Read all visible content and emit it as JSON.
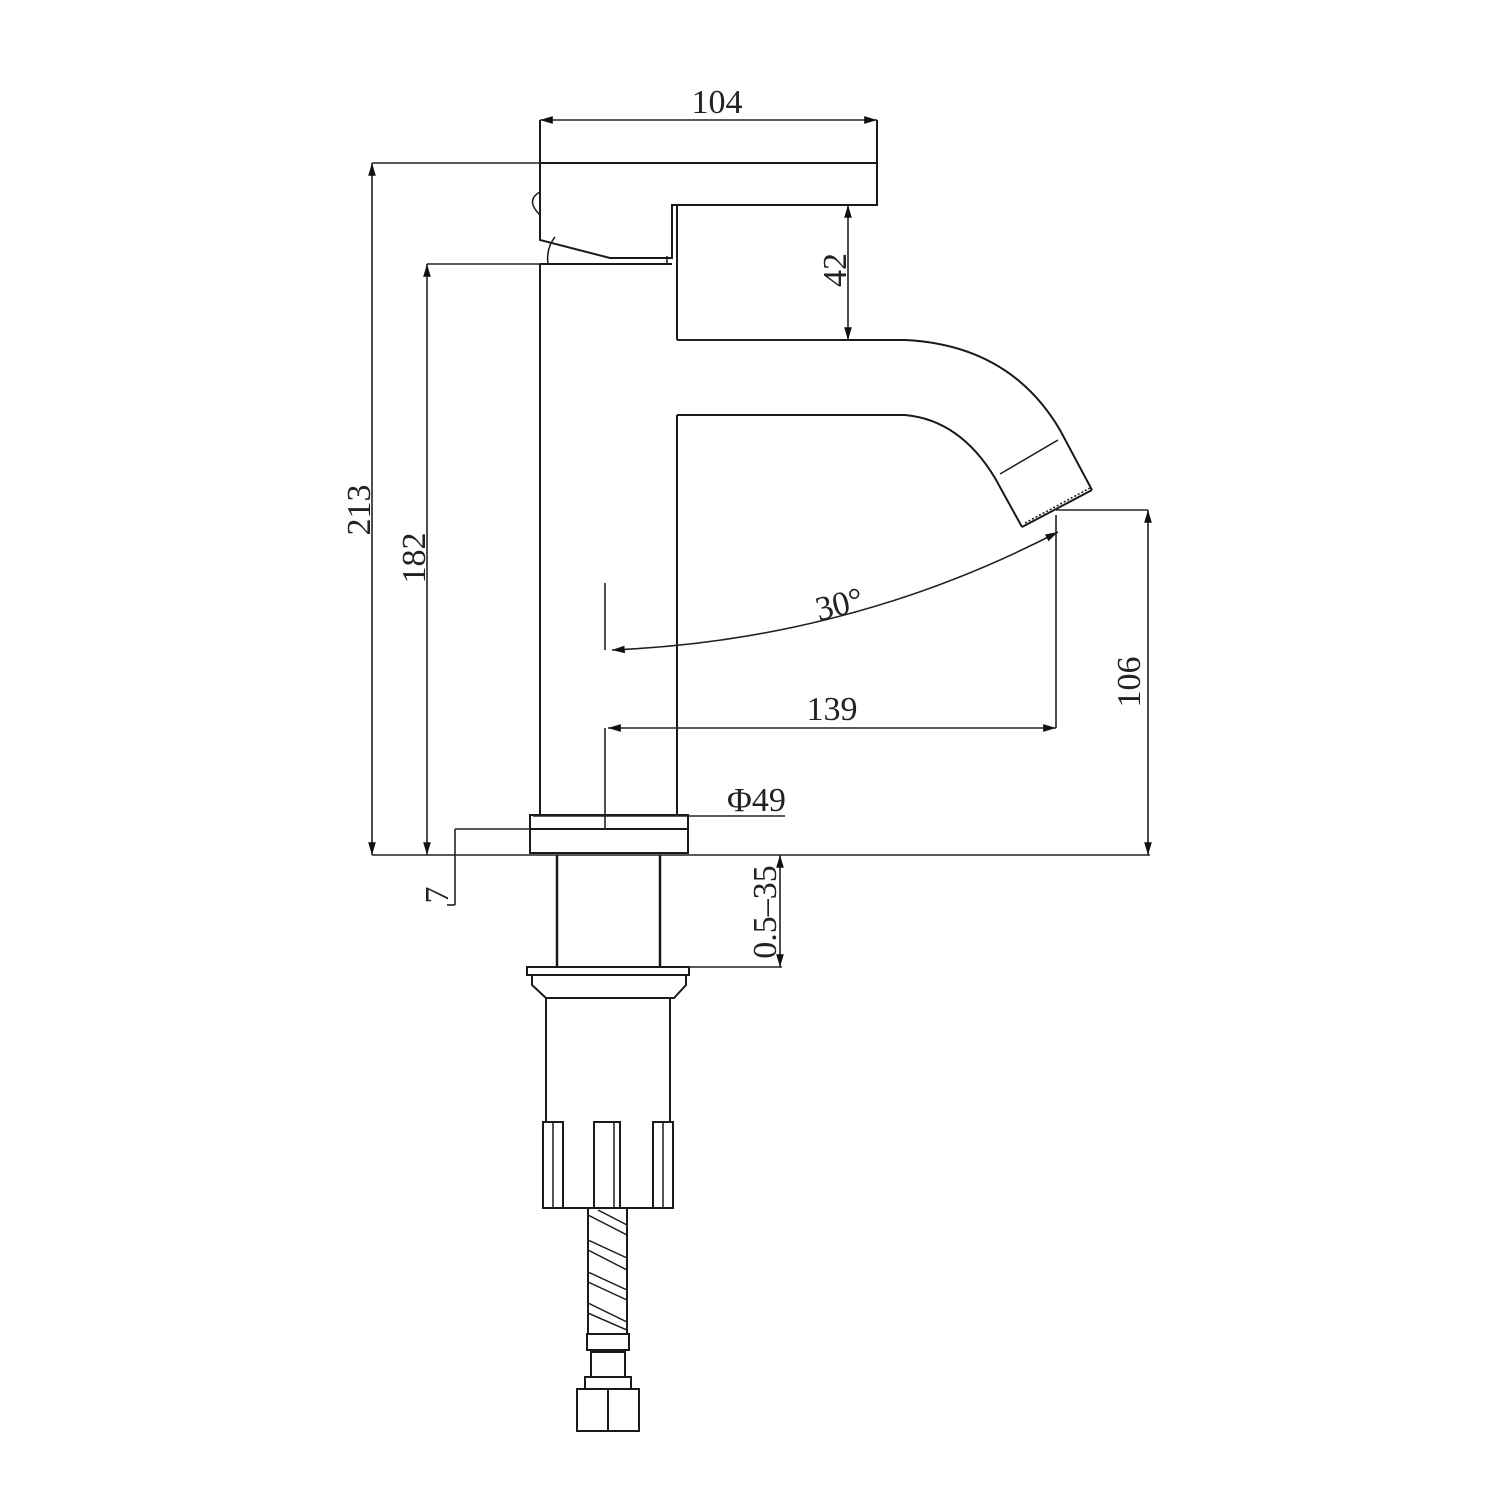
{
  "drawing": {
    "subject": "Basin mixer faucet side elevation",
    "line_color": "#1a1a1a",
    "background": "#ffffff"
  },
  "dimensions": {
    "handle_width": "104",
    "handle_height": "42",
    "overall_height": "213",
    "body_height": "182",
    "spout_angle": "30°",
    "spout_reach": "139",
    "spout_outlet_height": "106",
    "base_diameter": "Φ49",
    "base_plate_thickness": "7",
    "deck_thickness_range": "0.5–35"
  }
}
